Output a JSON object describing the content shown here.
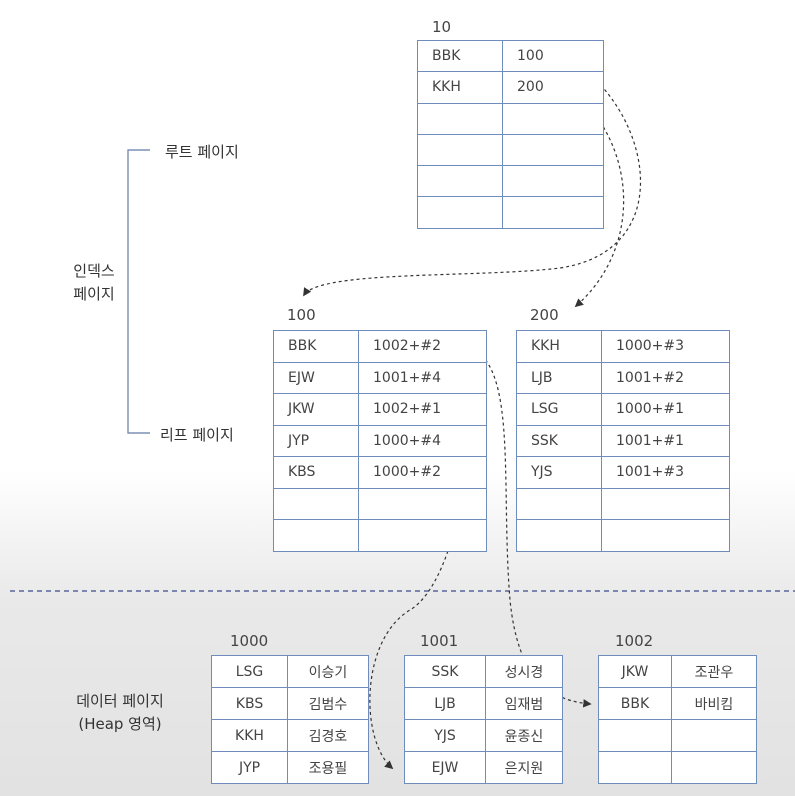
{
  "labels": {
    "root_page": "루트 페이지",
    "leaf_page": "리프 페이지",
    "index_page": [
      "인덱스",
      "페이지"
    ],
    "data_page": [
      "데이터 페이지",
      "(Heap 영역)"
    ]
  },
  "root": {
    "page_no": "10",
    "rows": [
      [
        "BBK",
        "100"
      ],
      [
        "KKH",
        "200"
      ],
      [
        "",
        ""
      ],
      [
        "",
        ""
      ],
      [
        "",
        ""
      ],
      [
        "",
        ""
      ]
    ]
  },
  "leaf_100": {
    "page_no": "100",
    "rows": [
      [
        "BBK",
        "1002+#2"
      ],
      [
        "EJW",
        "1001+#4"
      ],
      [
        "JKW",
        "1002+#1"
      ],
      [
        "JYP",
        "1000+#4"
      ],
      [
        "KBS",
        "1000+#2"
      ],
      [
        "",
        ""
      ],
      [
        "",
        ""
      ]
    ]
  },
  "leaf_200": {
    "page_no": "200",
    "rows": [
      [
        "KKH",
        "1000+#3"
      ],
      [
        "LJB",
        "1001+#2"
      ],
      [
        "LSG",
        "1000+#1"
      ],
      [
        "SSK",
        "1001+#1"
      ],
      [
        "YJS",
        "1001+#3"
      ],
      [
        "",
        ""
      ],
      [
        "",
        ""
      ]
    ]
  },
  "data_1000": {
    "page_no": "1000",
    "rows": [
      [
        "LSG",
        "이승기"
      ],
      [
        "KBS",
        "김범수"
      ],
      [
        "KKH",
        "김경호"
      ],
      [
        "JYP",
        "조용필"
      ]
    ]
  },
  "data_1001": {
    "page_no": "1001",
    "rows": [
      [
        "SSK",
        "성시경"
      ],
      [
        "LJB",
        "임재범"
      ],
      [
        "YJS",
        "윤종신"
      ],
      [
        "EJW",
        "은지원"
      ]
    ]
  },
  "data_1002": {
    "page_no": "1002",
    "rows": [
      [
        "JKW",
        "조관우"
      ],
      [
        "BBK",
        "바비킴"
      ],
      [
        "",
        ""
      ],
      [
        "",
        ""
      ]
    ]
  },
  "colors": {
    "table_border": "#6e8dbd",
    "bracket": "#7b8fb3",
    "separator": "#3b4a8a",
    "arrow": "#333333"
  }
}
